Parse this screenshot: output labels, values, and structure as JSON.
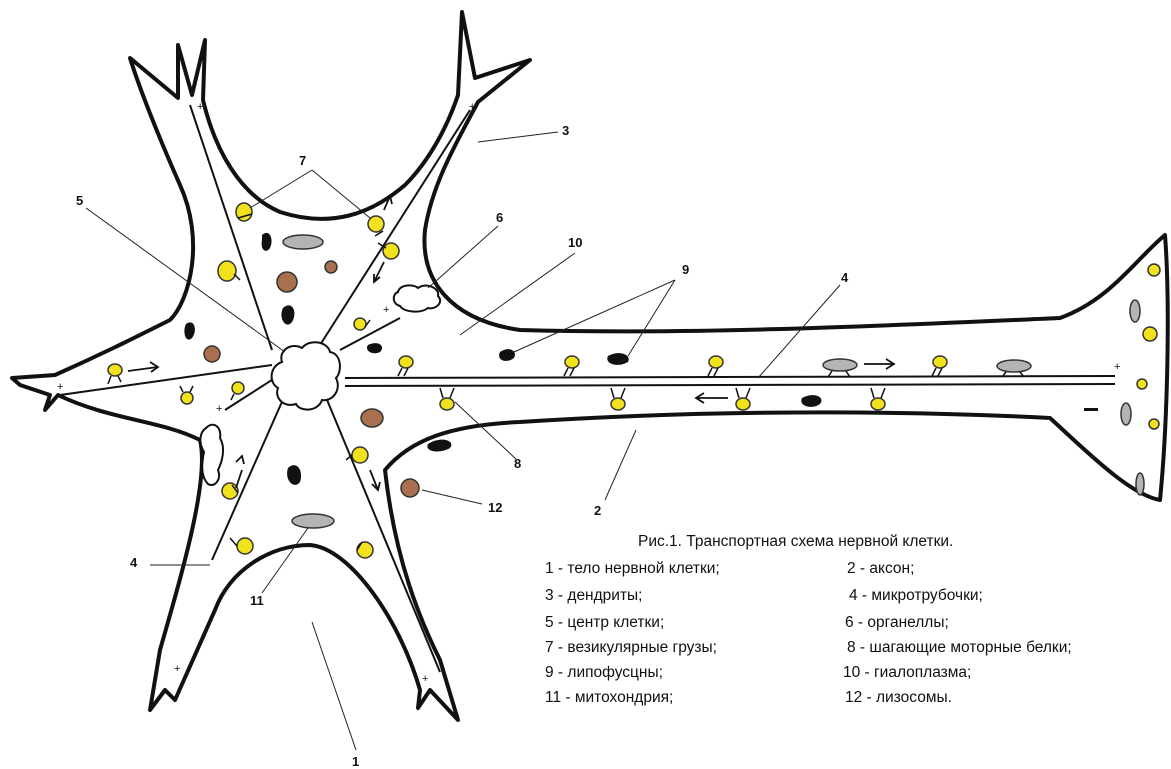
{
  "caption": {
    "title": "Рис.1. Транспортная схема нервной клетки.",
    "legend": [
      "1 - тело нервной клетки;",
      "2 - аксон;",
      "3 - дендриты;",
      "4 - микротрубочки;",
      "5 - центр клетки;",
      "6 - органеллы;",
      "7 - везикулярные грузы;",
      "8 - шагающие моторные белки;",
      "9 - липофусцны;",
      "10 - гиалоплазма;",
      "11 - митохондрия;",
      "12 - лизосомы."
    ]
  },
  "labels": [
    "1",
    "2",
    "3",
    "4",
    "4",
    "5",
    "6",
    "7",
    "8",
    "9",
    "10",
    "11",
    "12"
  ],
  "polarity_marks": [
    "+",
    "+",
    "+",
    "+",
    "+",
    "+",
    "+",
    "+"
  ],
  "colors": {
    "outline": "#111111",
    "vesicle": "#f2e21e",
    "lysosome": "#a8704e",
    "mitochondrion": "#b4b4b4",
    "lipofuscin": "#111111"
  }
}
